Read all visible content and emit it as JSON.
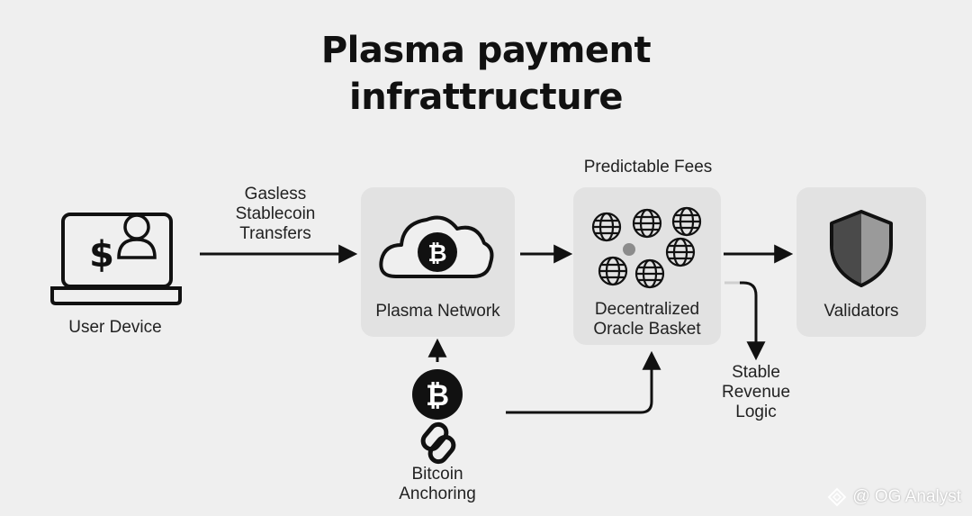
{
  "title": {
    "line1": "Plasma payment",
    "line2": "infrattructure"
  },
  "nodes": {
    "user_device": "User Device",
    "plasma_network": "Plasma Network",
    "oracle_basket": {
      "line1": "Decentralized",
      "line2": "Oracle Basket"
    },
    "validators": "Validators",
    "bitcoin_anchoring": {
      "line1": "Bitcoin",
      "line2": "Anchoring"
    }
  },
  "edge_labels": {
    "gasless": {
      "line1": "Gasless",
      "line2": "Stablecoin",
      "line3": "Transfers"
    },
    "predictable_fees": "Predictable Fees",
    "stable_revenue": {
      "line1": "Stable",
      "line2": "Revenue",
      "line3": "Logic"
    }
  },
  "icons": {
    "user_device": "laptop-dollar-user-icon",
    "plasma_network": "cloud-bitcoin-icon",
    "oracle_basket": "globes-cluster-icon",
    "validators": "shield-icon",
    "bitcoin": "bitcoin-icon",
    "chain": "chain-link-icon"
  },
  "watermark": "@ OG Analyst",
  "colors": {
    "background": "#efefef",
    "card": "#e2e2e2",
    "ink": "#111111",
    "shield_fill": "#9a9a9a"
  }
}
